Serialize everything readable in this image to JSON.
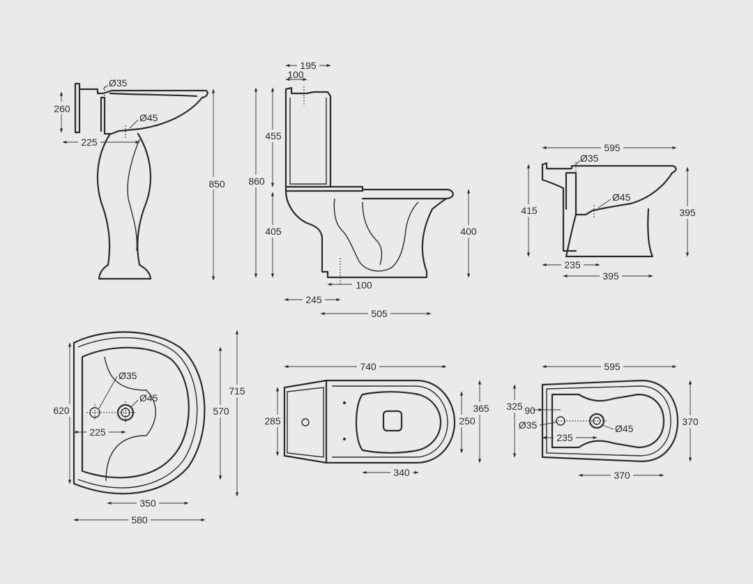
{
  "dims": {
    "basin_side": {
      "d35": "Ø35",
      "d45": "Ø45",
      "h260": "260",
      "w225": "225",
      "h850": "850"
    },
    "wc_side": {
      "w195": "195",
      "w100": "100",
      "h455": "455",
      "h860": "860",
      "h405": "405",
      "h400": "400",
      "w100b": "100",
      "w245": "245",
      "w505": "505"
    },
    "bidet_side": {
      "w595": "595",
      "d35": "Ø35",
      "d45": "Ø45",
      "h415": "415",
      "h395": "395",
      "w235": "235",
      "w395": "395"
    },
    "basin_top": {
      "d35": "Ø35",
      "d45": "Ø45",
      "h620": "620",
      "h570": "570",
      "h715": "715",
      "w225": "225",
      "w350": "350",
      "w580": "580"
    },
    "wc_top": {
      "w740": "740",
      "h285": "285",
      "h365": "365",
      "h250": "250",
      "w340": "340"
    },
    "bidet_top": {
      "w595": "595",
      "h325": "325",
      "w90": "90",
      "d35": "Ø35",
      "d45": "Ø45",
      "w235": "235",
      "h370": "370",
      "w370": "370"
    }
  }
}
